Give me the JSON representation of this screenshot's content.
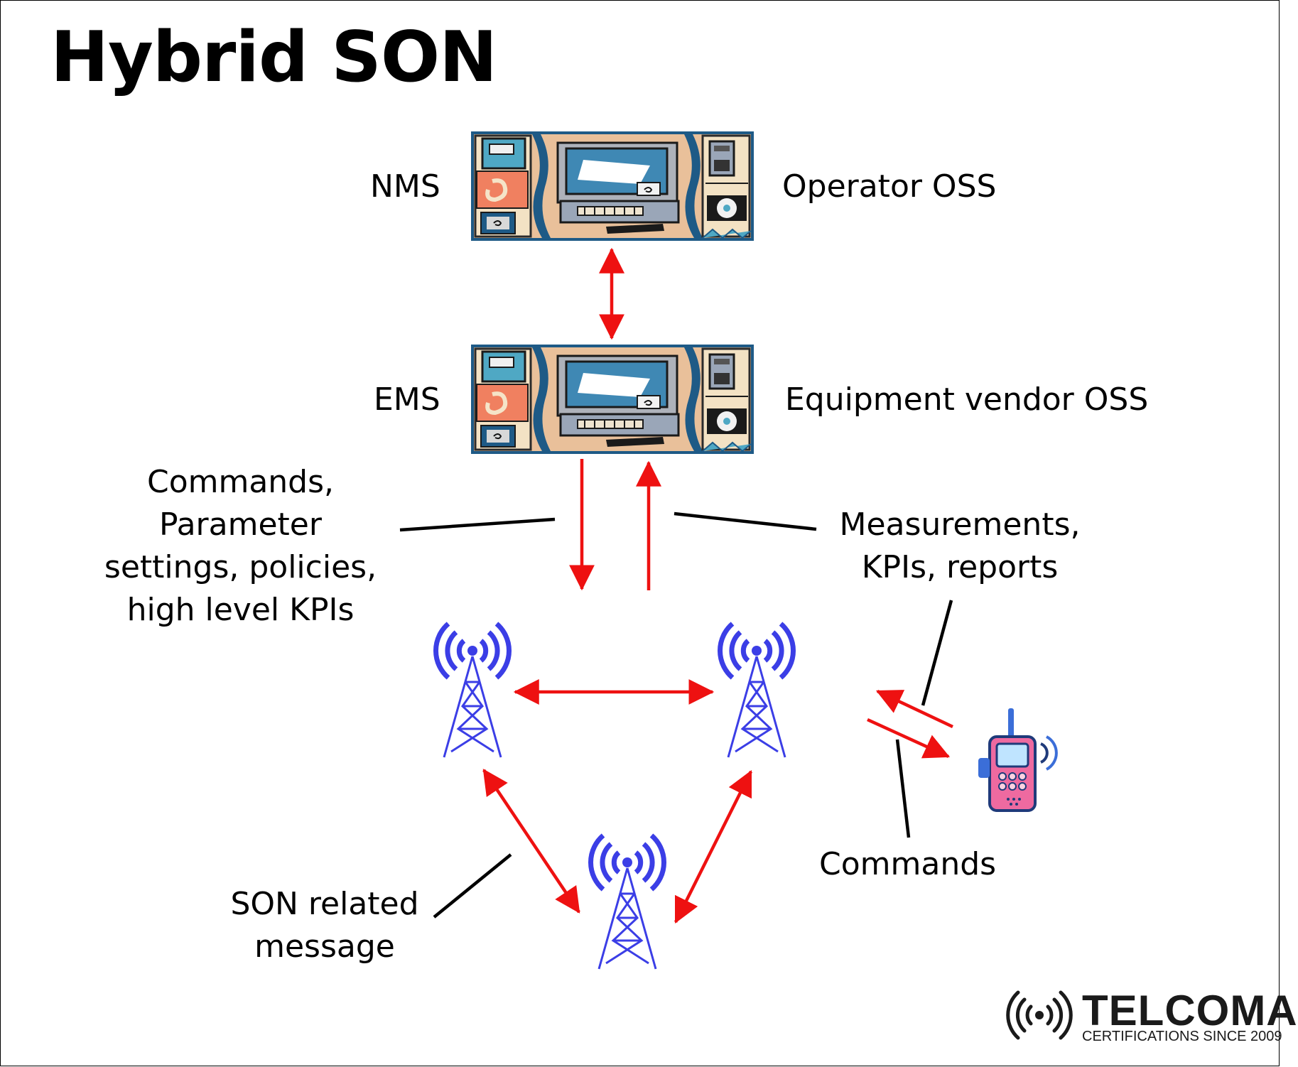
{
  "title": "Hybrid SON",
  "top_system": {
    "left_label": "NMS",
    "right_label": "Operator OSS"
  },
  "middle_system": {
    "left_label": "EMS",
    "right_label": "Equipment vendor OSS"
  },
  "annotations": {
    "commands_left": [
      "Commands,",
      "Parameter",
      "settings, policies,",
      "high level KPIs"
    ],
    "measurements": [
      "Measurements,",
      "KPIs, reports"
    ],
    "son_message": [
      "SON related",
      "message"
    ],
    "commands_right": "Commands"
  },
  "logo": {
    "name": "TELCOMA",
    "tagline": "CERTIFICATIONS SINCE 2009"
  },
  "colors": {
    "arrow": "#ee1111",
    "tower": "#3b3ee6",
    "leader_line": "#000000",
    "terminal": "#ee6aa0"
  }
}
